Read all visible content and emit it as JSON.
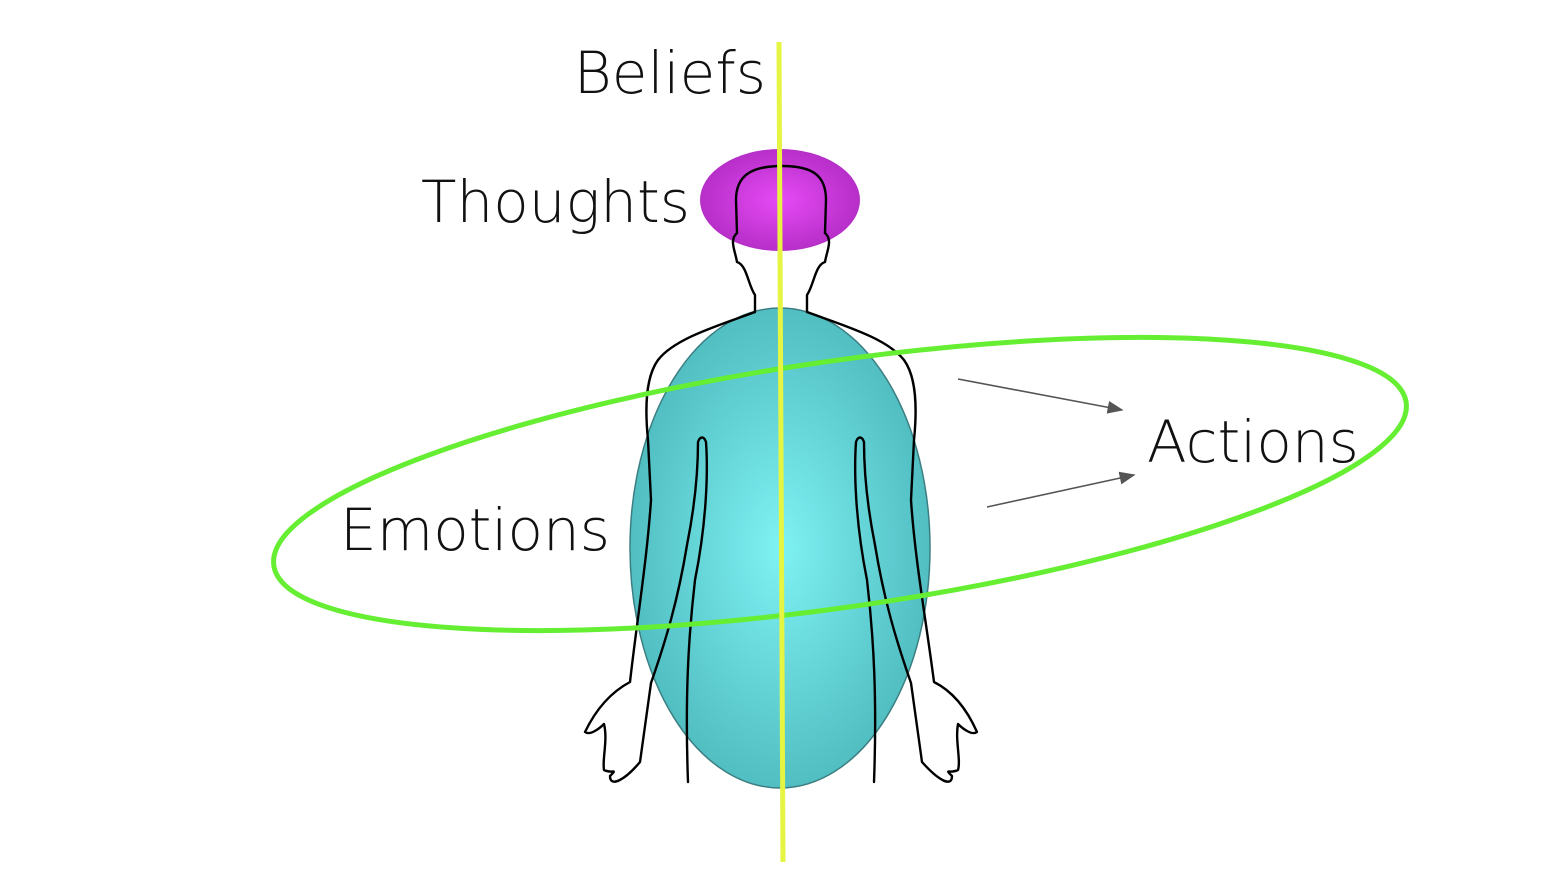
{
  "labels": {
    "beliefs": "Beliefs",
    "thoughts": "Thoughts",
    "emotions": "Emotions",
    "actions": "Actions"
  },
  "colors": {
    "background": "#ffffff",
    "text": "#111111",
    "beliefs_axis": "#e6f542",
    "thoughts_head": "#d946ef",
    "emotions_body": "#5cc8cc",
    "actions_orbit": "#66ee33",
    "figure_outline": "#000000",
    "arrow": "#555555"
  }
}
